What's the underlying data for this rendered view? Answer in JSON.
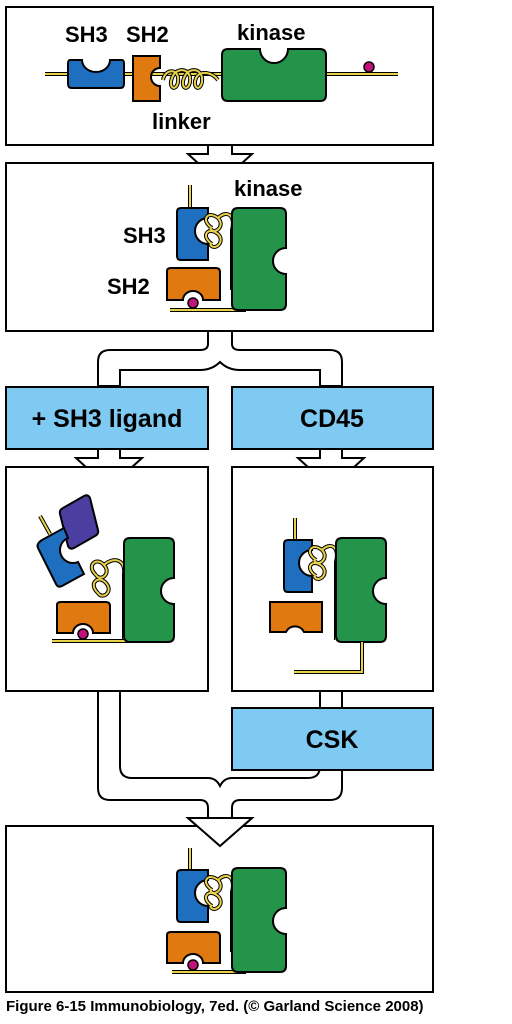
{
  "panel1": {
    "sh3": "SH3",
    "sh2": "SH2",
    "kinase": "kinase",
    "linker": "linker"
  },
  "panel2": {
    "kinase": "kinase",
    "sh3": "SH3",
    "sh2": "SH2"
  },
  "banners": {
    "left": "+ SH3 ligand",
    "right": "CD45",
    "csk": "CSK"
  },
  "caption": "Figure 6-15  Immunobiology, 7ed. (© Garland Science 2008)",
  "colors": {
    "sh3": "#1f6fc0",
    "sh2": "#e07a10",
    "kinase": "#24944a",
    "ligand": "#4a3fa0",
    "linker": "#e8d24a",
    "phospho": "#c2127a",
    "banner": "#7fcaf2"
  }
}
